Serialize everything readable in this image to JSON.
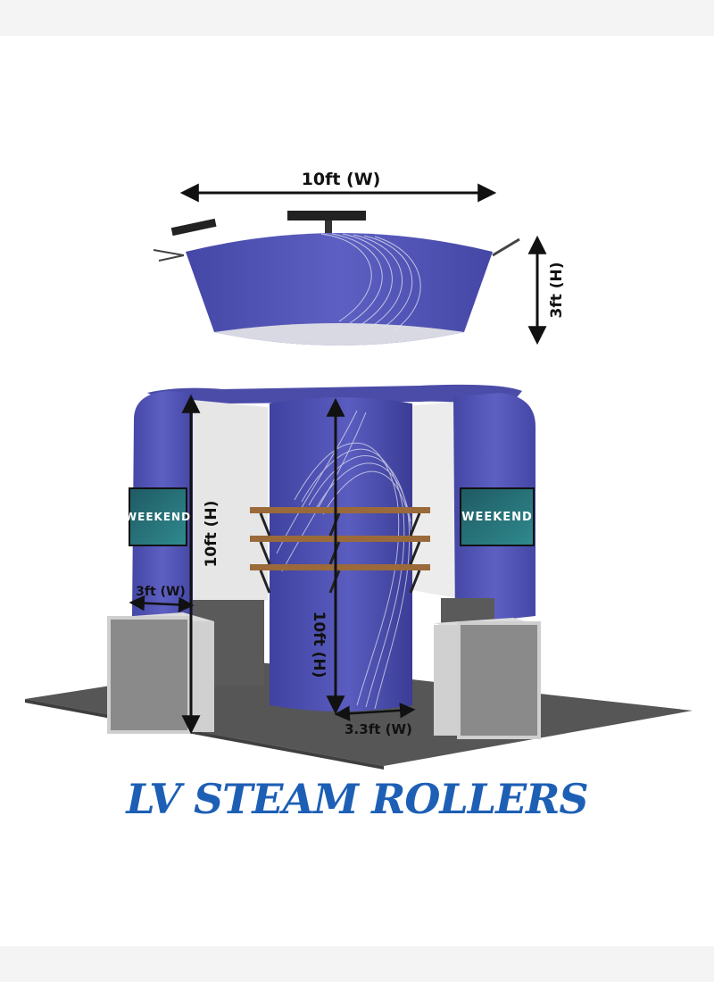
{
  "dimensions": {
    "canopy_width": "10ft (W)",
    "canopy_height": "3ft (H)",
    "arch_height": "10ft (H)",
    "arch_width": "3ft (W)",
    "column_height": "10ft (H)",
    "column_width": "3.3ft (W)"
  },
  "screens": {
    "left_label": "WEEKEND",
    "right_label": "WEEKEND"
  },
  "brand": {
    "name": "LV STEAM ROLLERS"
  },
  "colors": {
    "fabric_blue": "#5557b8",
    "brand_blue": "#1d5fb5",
    "floor": "#555555",
    "cabinet": "#8a8a8a"
  }
}
